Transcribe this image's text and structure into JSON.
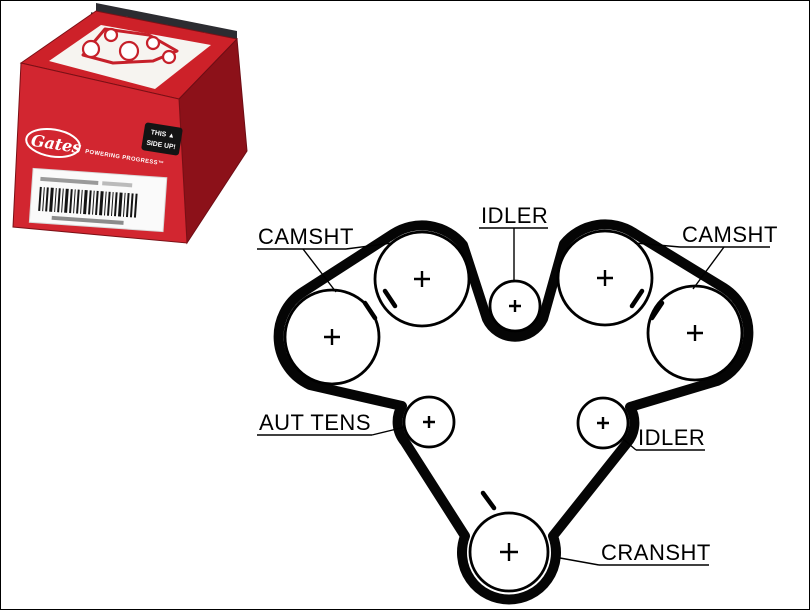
{
  "page": {
    "background": "#ffffff",
    "border_color": "#000000"
  },
  "product_box": {
    "brand": "Gates",
    "tagline": "POWERING PROGRESS™",
    "side_up": {
      "line1": "THIS ▲",
      "line2": "SIDE UP!"
    },
    "colors": {
      "front_face": "#d22630",
      "top_face": "#cd2129",
      "right_face": "#8c1119",
      "dark_band": "#2c2c31",
      "label_bg": "#141414",
      "print_panel": "#f6f4f0",
      "print_red": "#c6202a"
    }
  },
  "diagram": {
    "belt_color": "#050505",
    "line_color": "#000000",
    "labels": {
      "camshaft_left": "CAMSHT",
      "idler_top": "IDLER",
      "camshaft_right": "CAMSHT",
      "tensioner": "AUT TENS",
      "idler_right": "IDLER",
      "crankshaft": "CRANSHT"
    }
  }
}
